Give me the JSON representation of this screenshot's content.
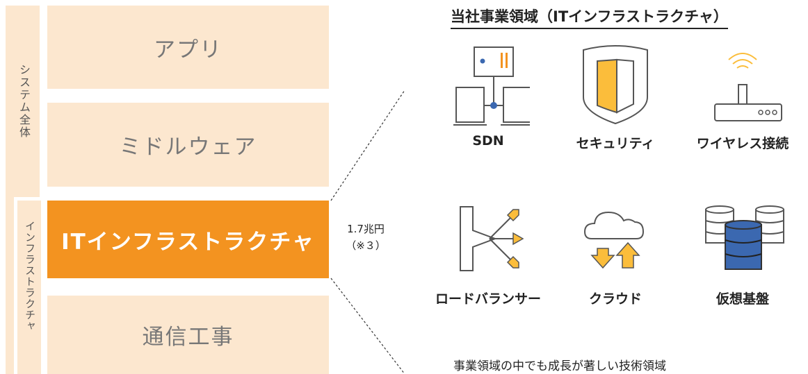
{
  "left_panel": {
    "system_label": "システム全体",
    "infra_label": "インフラストラクチャ",
    "layers": [
      {
        "label": "アプリ",
        "active": false
      },
      {
        "label": "ミドルウェア",
        "active": false
      },
      {
        "label": "ITインフラストラクチャ",
        "active": true
      },
      {
        "label": "通信工事",
        "active": false
      }
    ]
  },
  "market": {
    "size": "1.7兆円",
    "note": "（※３）"
  },
  "right_panel": {
    "title": "当社事業領域（ITインフラストラクチャ）",
    "services": [
      {
        "label": "SDN",
        "icon": "sdn-network-icon"
      },
      {
        "label": "セキュリティ",
        "icon": "shield-icon"
      },
      {
        "label": "ワイヤレス接続",
        "icon": "wireless-router-icon"
      },
      {
        "label": "ロードバランサー",
        "icon": "load-balancer-icon"
      },
      {
        "label": "クラウド",
        "icon": "cloud-icon"
      },
      {
        "label": "仮想基盤",
        "icon": "database-stack-icon"
      }
    ],
    "caption": "事業領域の中でも成長が著しい技術領域"
  },
  "colors": {
    "accent_orange": "#f39320",
    "light_peach": "#fce7cf",
    "icon_yellow": "#fbbd3b",
    "db_blue": "#3b68b0",
    "line_gray": "#555555"
  }
}
